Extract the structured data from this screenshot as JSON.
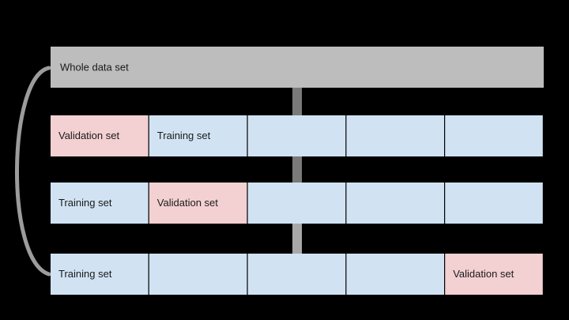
{
  "colors": {
    "background": "#000000",
    "whole": "#bdbdbd",
    "training": "#d1e3f3",
    "validation": "#f3d0d2",
    "connector": "#9c9c9c",
    "text": "#1a1a1a"
  },
  "whole": {
    "label": "Whole data set"
  },
  "folds": [
    {
      "validation_index": 0,
      "segments": [
        {
          "role": "validation",
          "label": "Validation set"
        },
        {
          "role": "training",
          "label": "Training set"
        },
        {
          "role": "training",
          "label": ""
        },
        {
          "role": "training",
          "label": ""
        },
        {
          "role": "training",
          "label": ""
        }
      ]
    },
    {
      "validation_index": 1,
      "segments": [
        {
          "role": "training",
          "label": "Training set"
        },
        {
          "role": "validation",
          "label": "Validation set"
        },
        {
          "role": "training",
          "label": ""
        },
        {
          "role": "training",
          "label": ""
        },
        {
          "role": "training",
          "label": ""
        }
      ]
    },
    {
      "validation_index": 4,
      "segments": [
        {
          "role": "training",
          "label": "Training set"
        },
        {
          "role": "training",
          "label": ""
        },
        {
          "role": "training",
          "label": ""
        },
        {
          "role": "training",
          "label": ""
        },
        {
          "role": "validation",
          "label": "Validation set"
        }
      ]
    }
  ]
}
